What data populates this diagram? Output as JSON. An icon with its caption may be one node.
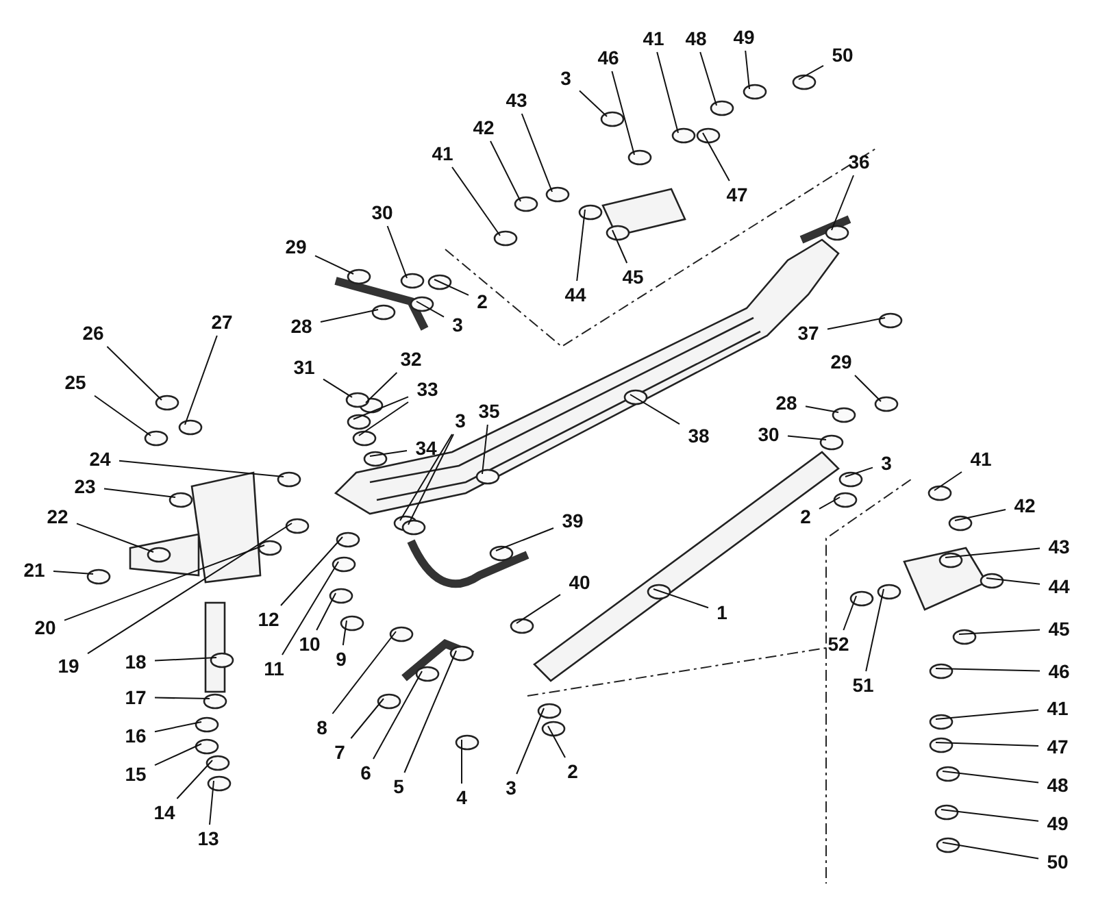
{
  "diagram": {
    "nodes": [
      {
        "text": [
          "3"
        ]
      },
      {
        "text": [
          "46"
        ]
      },
      {
        "text": [
          "41"
        ]
      },
      {
        "text": [
          "48"
        ]
      },
      {
        "text": [
          "49"
        ]
      },
      {
        "text": [
          "50"
        ]
      },
      {
        "text": [
          "43"
        ]
      },
      {
        "text": [
          "42"
        ]
      },
      {
        "text": [
          "41"
        ]
      },
      {
        "text": [
          "47"
        ]
      },
      {
        "text": [
          "36"
        ]
      },
      {
        "text": [
          "30"
        ]
      },
      {
        "text": [
          "29"
        ]
      },
      {
        "text": [
          "44"
        ]
      },
      {
        "text": [
          "45"
        ]
      },
      {
        "text": [
          "2"
        ]
      },
      {
        "text": [
          "3"
        ]
      },
      {
        "text": [
          "28"
        ]
      },
      {
        "text": [
          "37"
        ]
      },
      {
        "text": [
          "27"
        ]
      },
      {
        "text": [
          "26"
        ]
      },
      {
        "text": [
          "32"
        ]
      },
      {
        "text": [
          "29"
        ]
      },
      {
        "text": [
          "31"
        ]
      },
      {
        "text": [
          "25"
        ]
      },
      {
        "text": [
          "33"
        ]
      },
      {
        "text": [
          "28"
        ]
      },
      {
        "text": [
          "35"
        ]
      },
      {
        "text": [
          "3"
        ]
      },
      {
        "text": [
          "34"
        ]
      },
      {
        "text": [
          "30"
        ]
      },
      {
        "text": [
          "38"
        ]
      },
      {
        "text": [
          "41"
        ]
      },
      {
        "text": [
          "24"
        ]
      },
      {
        "text": [
          "3"
        ]
      },
      {
        "text": [
          "23"
        ]
      },
      {
        "text": [
          "42"
        ]
      },
      {
        "text": [
          "22"
        ]
      },
      {
        "text": [
          "2"
        ]
      },
      {
        "text": [
          "39"
        ]
      },
      {
        "text": [
          "43"
        ]
      },
      {
        "text": [
          "21"
        ]
      },
      {
        "text": [
          "40"
        ]
      },
      {
        "text": [
          "44"
        ]
      },
      {
        "text": [
          "1"
        ]
      },
      {
        "text": [
          "20"
        ]
      },
      {
        "text": [
          "45"
        ]
      },
      {
        "text": [
          "12"
        ]
      },
      {
        "text": [
          "10"
        ]
      },
      {
        "text": [
          "52"
        ]
      },
      {
        "text": [
          "9"
        ]
      },
      {
        "text": [
          "18"
        ]
      },
      {
        "text": [
          "19"
        ]
      },
      {
        "text": [
          "11"
        ]
      },
      {
        "text": [
          "46"
        ]
      },
      {
        "text": [
          "51"
        ]
      },
      {
        "text": [
          "17"
        ]
      },
      {
        "text": [
          "41"
        ]
      },
      {
        "text": [
          "8"
        ]
      },
      {
        "text": [
          "16"
        ]
      },
      {
        "text": [
          "47"
        ]
      },
      {
        "text": [
          "7"
        ]
      },
      {
        "text": [
          "2"
        ]
      },
      {
        "text": [
          "6"
        ]
      },
      {
        "text": [
          "15"
        ]
      },
      {
        "text": [
          "48"
        ]
      },
      {
        "text": [
          "5"
        ]
      },
      {
        "text": [
          "3"
        ]
      },
      {
        "text": [
          "4"
        ]
      },
      {
        "text": [
          "14"
        ]
      },
      {
        "text": [
          "49"
        ]
      },
      {
        "text": [
          "13"
        ]
      },
      {
        "text": [
          "50"
        ]
      }
    ],
    "edges": [
      {
        "from": 0,
        "to": null,
        "arrow": "none"
      },
      {
        "from": 1,
        "to": null,
        "arrow": "none"
      },
      {
        "from": 2,
        "to": null,
        "arrow": "none"
      },
      {
        "from": 3,
        "to": null,
        "arrow": "none"
      },
      {
        "from": 4,
        "to": null,
        "arrow": "none"
      },
      {
        "from": 5,
        "to": null,
        "arrow": "none"
      },
      {
        "from": 6,
        "to": null,
        "arrow": "none"
      },
      {
        "from": 7,
        "to": null,
        "arrow": "none"
      },
      {
        "from": 8,
        "to": null,
        "arrow": "none"
      },
      {
        "from": 9,
        "to": null,
        "arrow": "none"
      },
      {
        "from": 10,
        "to": null,
        "arrow": "none"
      },
      {
        "from": 11,
        "to": null,
        "arrow": "none"
      },
      {
        "from": 12,
        "to": null,
        "arrow": "none"
      },
      {
        "from": 13,
        "to": null,
        "arrow": "none"
      },
      {
        "from": 14,
        "to": null,
        "arrow": "none"
      },
      {
        "from": 15,
        "to": null,
        "arrow": "none"
      },
      {
        "from": 16,
        "to": null,
        "arrow": "none"
      },
      {
        "from": 17,
        "to": null,
        "arrow": "none"
      },
      {
        "from": 18,
        "to": null,
        "arrow": "none"
      },
      {
        "from": 19,
        "to": null,
        "arrow": "none"
      },
      {
        "from": 20,
        "to": null,
        "arrow": "none"
      },
      {
        "from": 21,
        "to": null,
        "arrow": "none"
      },
      {
        "from": 22,
        "to": null,
        "arrow": "none"
      },
      {
        "from": 23,
        "to": null,
        "arrow": "none"
      },
      {
        "from": 24,
        "to": null,
        "arrow": "none"
      },
      {
        "from": 25,
        "to": null,
        "arrow": "none"
      },
      {
        "from": 25,
        "to": null,
        "arrow": "none"
      },
      {
        "from": 26,
        "to": null,
        "arrow": "none"
      },
      {
        "from": 27,
        "to": null,
        "arrow": "none"
      },
      {
        "from": 28,
        "to": null,
        "arrow": "none"
      },
      {
        "from": 28,
        "to": null,
        "arrow": "none"
      },
      {
        "from": 29,
        "to": null,
        "arrow": "none"
      },
      {
        "from": 30,
        "to": null,
        "arrow": "none"
      },
      {
        "from": 31,
        "to": null,
        "arrow": "none"
      },
      {
        "from": 32,
        "to": null,
        "arrow": "none"
      },
      {
        "from": 33,
        "to": null,
        "arrow": "none"
      },
      {
        "from": 34,
        "to": null,
        "arrow": "none"
      },
      {
        "from": 35,
        "to": null,
        "arrow": "none"
      },
      {
        "from": 36,
        "to": null,
        "arrow": "none"
      },
      {
        "from": 37,
        "to": null,
        "arrow": "none"
      },
      {
        "from": 38,
        "to": null,
        "arrow": "none"
      },
      {
        "from": 39,
        "to": null,
        "arrow": "none"
      },
      {
        "from": 40,
        "to": null,
        "arrow": "none"
      },
      {
        "from": 41,
        "to": null,
        "arrow": "none"
      },
      {
        "from": 42,
        "to": null,
        "arrow": "none"
      },
      {
        "from": 43,
        "to": null,
        "arrow": "none"
      },
      {
        "from": 44,
        "to": null,
        "arrow": "none"
      },
      {
        "from": 45,
        "to": null,
        "arrow": "none"
      },
      {
        "from": 46,
        "to": null,
        "arrow": "none"
      },
      {
        "from": 47,
        "to": null,
        "arrow": "none"
      },
      {
        "from": 48,
        "to": null,
        "arrow": "none"
      },
      {
        "from": 49,
        "to": null,
        "arrow": "none"
      },
      {
        "from": 50,
        "to": null,
        "arrow": "none"
      },
      {
        "from": 51,
        "to": null,
        "arrow": "none"
      },
      {
        "from": 52,
        "to": null,
        "arrow": "none"
      },
      {
        "from": 53,
        "to": null,
        "arrow": "none"
      },
      {
        "from": 54,
        "to": null,
        "arrow": "none"
      },
      {
        "from": 55,
        "to": null,
        "arrow": "none"
      },
      {
        "from": 56,
        "to": null,
        "arrow": "none"
      },
      {
        "from": 57,
        "to": null,
        "arrow": "none"
      },
      {
        "from": 58,
        "to": null,
        "arrow": "none"
      },
      {
        "from": 59,
        "to": null,
        "arrow": "none"
      },
      {
        "from": 60,
        "to": null,
        "arrow": "none"
      },
      {
        "from": 61,
        "to": null,
        "arrow": "none"
      },
      {
        "from": 62,
        "to": null,
        "arrow": "none"
      },
      {
        "from": 63,
        "to": null,
        "arrow": "none"
      },
      {
        "from": 64,
        "to": null,
        "arrow": "none"
      },
      {
        "from": 65,
        "to": null,
        "arrow": "none"
      },
      {
        "from": 66,
        "to": null,
        "arrow": "none"
      },
      {
        "from": 67,
        "to": null,
        "arrow": "none"
      },
      {
        "from": 68,
        "to": null,
        "arrow": "none"
      },
      {
        "from": 69,
        "to": null,
        "arrow": "none"
      },
      {
        "from": 70,
        "to": null,
        "arrow": "none"
      },
      {
        "from": 71,
        "to": null,
        "arrow": "none"
      },
      {
        "from": 72,
        "to": null,
        "arrow": "none"
      }
    ]
  }
}
